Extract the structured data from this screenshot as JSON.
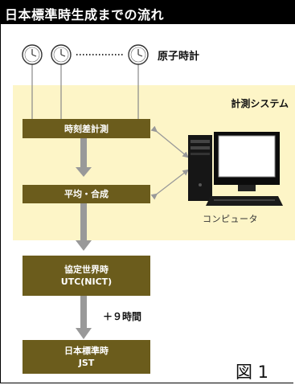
{
  "title": "日本標準時生成までの流れ",
  "clocks_label": "原子時計",
  "system_label": "計測システム",
  "boxes": {
    "measure": "時刻差計測",
    "average": "平均・合成",
    "utc_line1": "協定世界時",
    "utc_line2": "UTC(NICT)",
    "jst_line1": "日本標準時",
    "jst_line2": "JST"
  },
  "computer_label": "コンピュータ",
  "offset_label": "＋９時間",
  "figure_label": "図 1",
  "colors": {
    "box": "#6b5c1c",
    "system_bg": "#fdf5c7",
    "arrow": "#999999"
  }
}
